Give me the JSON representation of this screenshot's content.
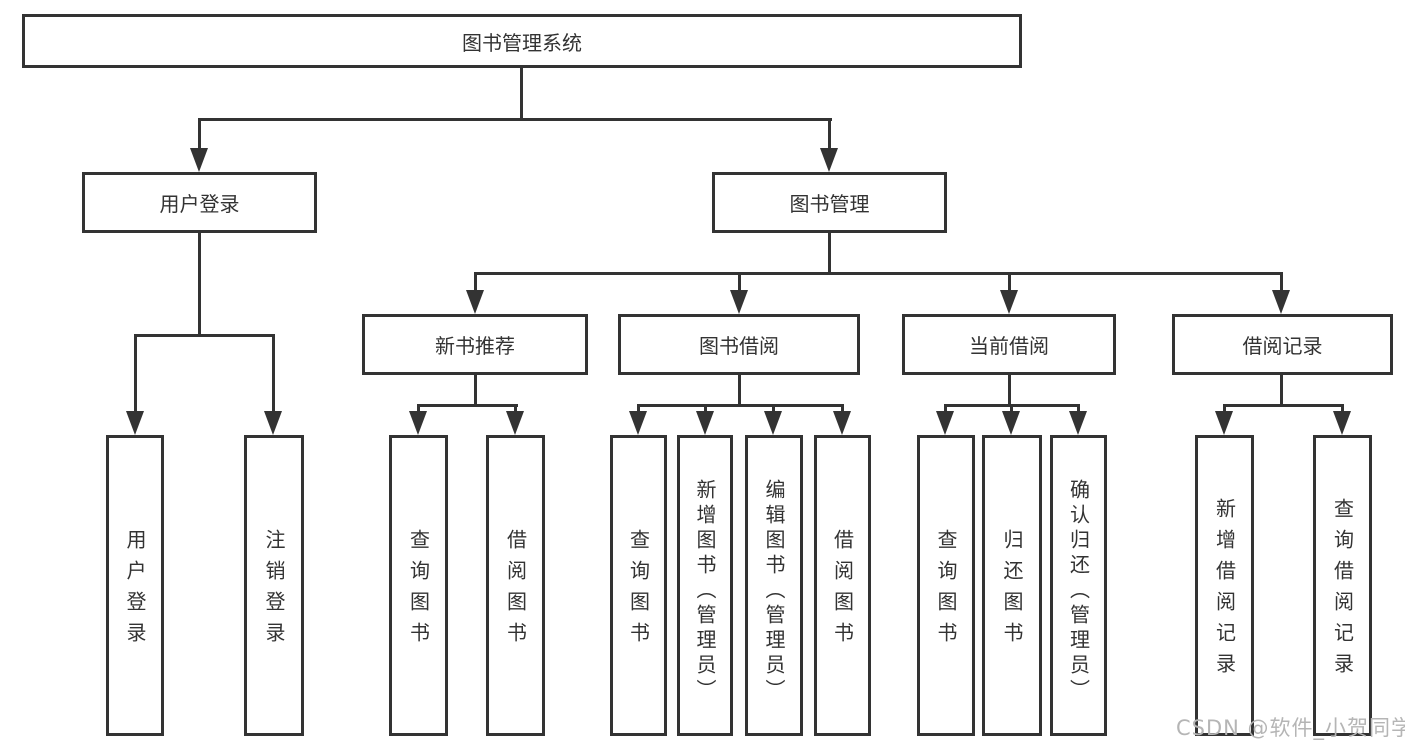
{
  "diagram": {
    "root": {
      "label": "图书管理系统"
    },
    "branches": [
      {
        "label": "用户登录",
        "children": [
          {
            "label": "用户登录"
          },
          {
            "label": "注销登录"
          }
        ]
      },
      {
        "label": "图书管理",
        "children": [
          {
            "label": "新书推荐",
            "children": [
              {
                "label": "查询图书"
              },
              {
                "label": "借阅图书"
              }
            ]
          },
          {
            "label": "图书借阅",
            "children": [
              {
                "label": "查询图书"
              },
              {
                "label": "新增图书（管理员）"
              },
              {
                "label": "编辑图书（管理员）"
              },
              {
                "label": "借阅图书"
              }
            ]
          },
          {
            "label": "当前借阅",
            "children": [
              {
                "label": "查询图书"
              },
              {
                "label": "归还图书"
              },
              {
                "label": "确认归还（管理员）"
              }
            ]
          },
          {
            "label": "借阅记录",
            "children": [
              {
                "label": "新增借阅记录"
              },
              {
                "label": "查询借阅记录"
              }
            ]
          }
        ]
      }
    ]
  },
  "watermark": {
    "text": "CSDN @软件_小贺同学"
  },
  "colors": {
    "line": "#333333",
    "text": "#333333",
    "background": "#ffffff",
    "watermark": "#b5b5b5"
  }
}
